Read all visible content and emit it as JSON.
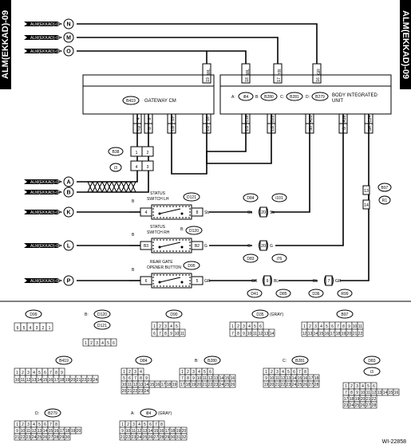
{
  "side_label": "ALM(EKKAD)-09",
  "figure_id": "WI-22858",
  "refs": [
    {
      "text": "ALM(EKKAD)-08",
      "letter": "N"
    },
    {
      "text": "ALM(EKKAD)-08",
      "letter": "M"
    },
    {
      "text": "ALM(EKKAD)-08",
      "letter": "O"
    },
    {
      "text": "ALM(EKKAD)-05",
      "letter": "A"
    },
    {
      "text": "ALM(EKKAD)-05",
      "letter": "B"
    },
    {
      "text": "ALM(EKKAD)-08",
      "letter": "K"
    },
    {
      "text": "ALM(EKKAD)-08",
      "letter": "L"
    },
    {
      "text": "ALM(EKKAD)-08",
      "letter": "P"
    }
  ],
  "gateway": {
    "name": "GATEWAY CM",
    "code": "B419",
    "pins": [
      "4",
      "8",
      "19",
      "16"
    ],
    "wires": [
      "Lg",
      "B",
      "LB",
      "LG"
    ]
  },
  "biu": {
    "name": "BODY INTEGRATED\nUNIT",
    "name1": "BODY INTEGRATED",
    "name2": "UNIT",
    "conns": [
      "A:",
      "i84",
      "B:",
      "B280",
      "C:",
      "B281",
      "D:",
      "B279"
    ],
    "top_pins": [
      "19",
      "18",
      "17",
      "16"
    ],
    "top_wires": [
      "WL",
      "WL",
      "YR",
      "GR"
    ],
    "bot_pins": [
      "C18",
      "D28",
      "A31",
      "A16",
      "C24"
    ],
    "bot_wires": [
      "LG",
      "LB",
      "Sb",
      "G",
      "GR"
    ]
  },
  "b38": {
    "code": "B38",
    "sub": "i3",
    "pins": [
      "1",
      "2",
      "4",
      "3"
    ]
  },
  "b97": {
    "code": "B97",
    "sub": "R1",
    "pins": [
      "13",
      "14"
    ],
    "wires": [
      "GR",
      "GR"
    ]
  },
  "sw_lh": {
    "label1": "STATUS",
    "label2": "SWITCH LH",
    "code": "D121",
    "pin_l": "4",
    "pin_r": "8",
    "wire_l": "B",
    "wire_r": "Sb"
  },
  "sw_rh": {
    "label1": "STATUS",
    "label2": "SWITCH RH",
    "conn": "B:",
    "code": "D120",
    "pin_l": "B3",
    "pin_r": "B2",
    "wire_l": "B",
    "wire_r": "G"
  },
  "gate_btn": {
    "label1": "REAR GATE",
    "label2": "OPENER BUTTON",
    "code": "D95",
    "pin_l": "6",
    "pin_r": "5",
    "wire_l": "B",
    "wire_r": "GR"
  },
  "splices": [
    {
      "code": "D84",
      "sub": "i101",
      "pin": "20",
      "wire_l": "Sb",
      "wire_r": "Sb"
    },
    {
      "code": "D83",
      "sub": "i76",
      "pin": "20",
      "wire_l": "G",
      "wire_r": "G"
    },
    {
      "code": "D41",
      "sub": "D85",
      "pin": "9",
      "wire_l": "GR",
      "wire_r": "BL"
    },
    {
      "code": "D36",
      "sub": "R99",
      "pin": "7",
      "wire_l": "BL",
      "wire_r": "GR"
    }
  ],
  "connectors": {
    "d99": {
      "code": "D99",
      "pins": [
        "6",
        "5",
        "4",
        "3",
        "2",
        "1"
      ]
    },
    "d120": {
      "prefix": "B:",
      "code": "D120",
      "sub": "D121",
      "pins": [
        "1",
        "2",
        "3",
        "4",
        "5",
        "6"
      ]
    },
    "d90": {
      "code": "D90",
      "row1": [
        "1",
        "2",
        "3",
        "4",
        "5"
      ],
      "row2": [
        "6",
        "7",
        "8",
        "9",
        "10",
        "11"
      ]
    },
    "d35": {
      "code": "D35",
      "note": "(GRAY)",
      "row1": [
        "1",
        "2",
        "3",
        "4",
        "5",
        "6"
      ],
      "row2": [
        "7",
        "8",
        "9",
        "10",
        "11",
        "12",
        "13",
        "14"
      ]
    },
    "b97": {
      "code": "B97",
      "row1": [
        "1",
        "2",
        "3",
        "4",
        "5",
        "6",
        "7",
        "8",
        "9",
        "10",
        "11"
      ],
      "row2": [
        "12",
        "13",
        "14",
        "15",
        "16",
        "17",
        "18",
        "19",
        "20",
        "21",
        "22"
      ]
    },
    "b419": {
      "code": "B419",
      "row1": [
        "1",
        "2",
        "3",
        "4",
        "5",
        "6",
        "7",
        "8",
        "9"
      ],
      "row2": [
        "10",
        "11",
        "12",
        "13",
        "14",
        "15",
        "16",
        "17",
        "18",
        "19",
        "20",
        "21",
        "22",
        "23",
        "24"
      ]
    },
    "d84": {
      "code": "D84",
      "row1": [
        "1",
        "2",
        "3",
        "4"
      ],
      "row2": [
        "5",
        "6",
        "7",
        "8",
        "9"
      ],
      "row3": [
        "10",
        "11",
        "12",
        "13",
        "14",
        "15",
        "16",
        "17",
        "18",
        "19"
      ],
      "row4": [
        "20",
        "21",
        "22",
        "23",
        "24"
      ]
    },
    "b280": {
      "prefix": "B:",
      "code": "B280",
      "row1": [
        "1",
        "2",
        "3",
        "4",
        "5",
        "6"
      ],
      "row2": [
        "7",
        "8",
        "9",
        "10",
        "11",
        "12",
        "13",
        "14",
        "15",
        "16"
      ],
      "row3": [
        "17",
        "18",
        "19",
        "20",
        "21",
        "22",
        "23",
        "24",
        "25",
        "26"
      ]
    },
    "b281": {
      "prefix": "C:",
      "code": "B281",
      "row1": [
        "1",
        "2",
        "3",
        "4",
        "5",
        "6",
        "7",
        "8"
      ],
      "row2": [
        "9",
        "10",
        "11",
        "12",
        "13",
        "14",
        "15",
        "16",
        "17",
        "18"
      ],
      "row3": [
        "19",
        "20",
        "21",
        "22",
        "23",
        "24",
        "25",
        "26",
        "27",
        "28"
      ]
    },
    "d83": {
      "code": "D83",
      "sub": "i3",
      "row1": [
        "1",
        "2",
        "3",
        "4",
        "5",
        "6"
      ],
      "row2": [
        "7",
        "8",
        "9",
        "10",
        "11",
        "12",
        "13",
        "14",
        "15",
        "16"
      ],
      "row3": [
        "17",
        "18",
        "19",
        "20",
        "21",
        "22"
      ],
      "row4": [
        "23",
        "24",
        "25",
        "26",
        "27",
        "28"
      ]
    },
    "b279": {
      "prefix": "D:",
      "code": "B279",
      "row1": [
        "1",
        "2",
        "3",
        "4",
        "5",
        "6",
        "7",
        "8"
      ],
      "row2": [
        "9",
        "10",
        "11",
        "12",
        "13",
        "14",
        "15",
        "16",
        "17",
        "18",
        "19",
        "20"
      ],
      "row3": [
        "21",
        "22",
        "23",
        "24",
        "25",
        "26",
        "27",
        "28",
        "29",
        "30"
      ]
    },
    "i84": {
      "prefix": "A:",
      "code": "i84",
      "note": "(GRAY)",
      "row1": [
        "1",
        "2",
        "3",
        "4",
        "5",
        "6",
        "7",
        "8"
      ],
      "row2": [
        "9",
        "10",
        "11",
        "12",
        "13",
        "14",
        "15",
        "16",
        "17",
        "18",
        "19",
        "20"
      ],
      "row3": [
        "21",
        "22",
        "23",
        "24",
        "25",
        "26",
        "27",
        "28",
        "29",
        "30",
        "31",
        "32"
      ]
    }
  }
}
